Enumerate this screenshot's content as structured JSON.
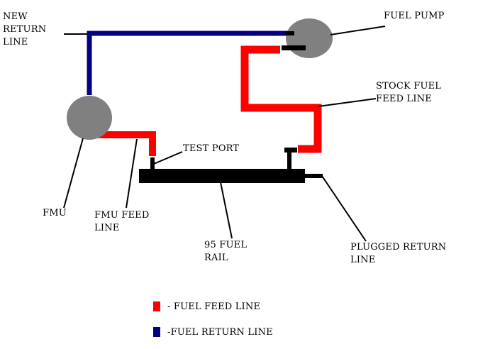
{
  "colors": {
    "feed": "#ff0000",
    "return": "#000080",
    "component": "#808080",
    "rail": "#000000",
    "leader": "#000000",
    "background": "#ffffff"
  },
  "labels": {
    "new_return_line": [
      "NEW",
      "RETURN",
      "LINE"
    ],
    "fuel_pump": "FUEL PUMP",
    "stock_fuel_feed_line": [
      "STOCK FUEL",
      "FEED LINE"
    ],
    "test_port": "TEST PORT",
    "fmu": "FMU",
    "fmu_feed_line": [
      "FMU FEED",
      "LINE"
    ],
    "fuel_rail": [
      "95 FUEL",
      "RAIL"
    ],
    "plugged_return_line": [
      "PLUGGED RETURN",
      "LINE"
    ]
  },
  "legend": [
    {
      "label": "- FUEL FEED LINE",
      "color": "#ff0000"
    },
    {
      "label": "-FUEL RETURN LINE",
      "color": "#000080"
    }
  ]
}
